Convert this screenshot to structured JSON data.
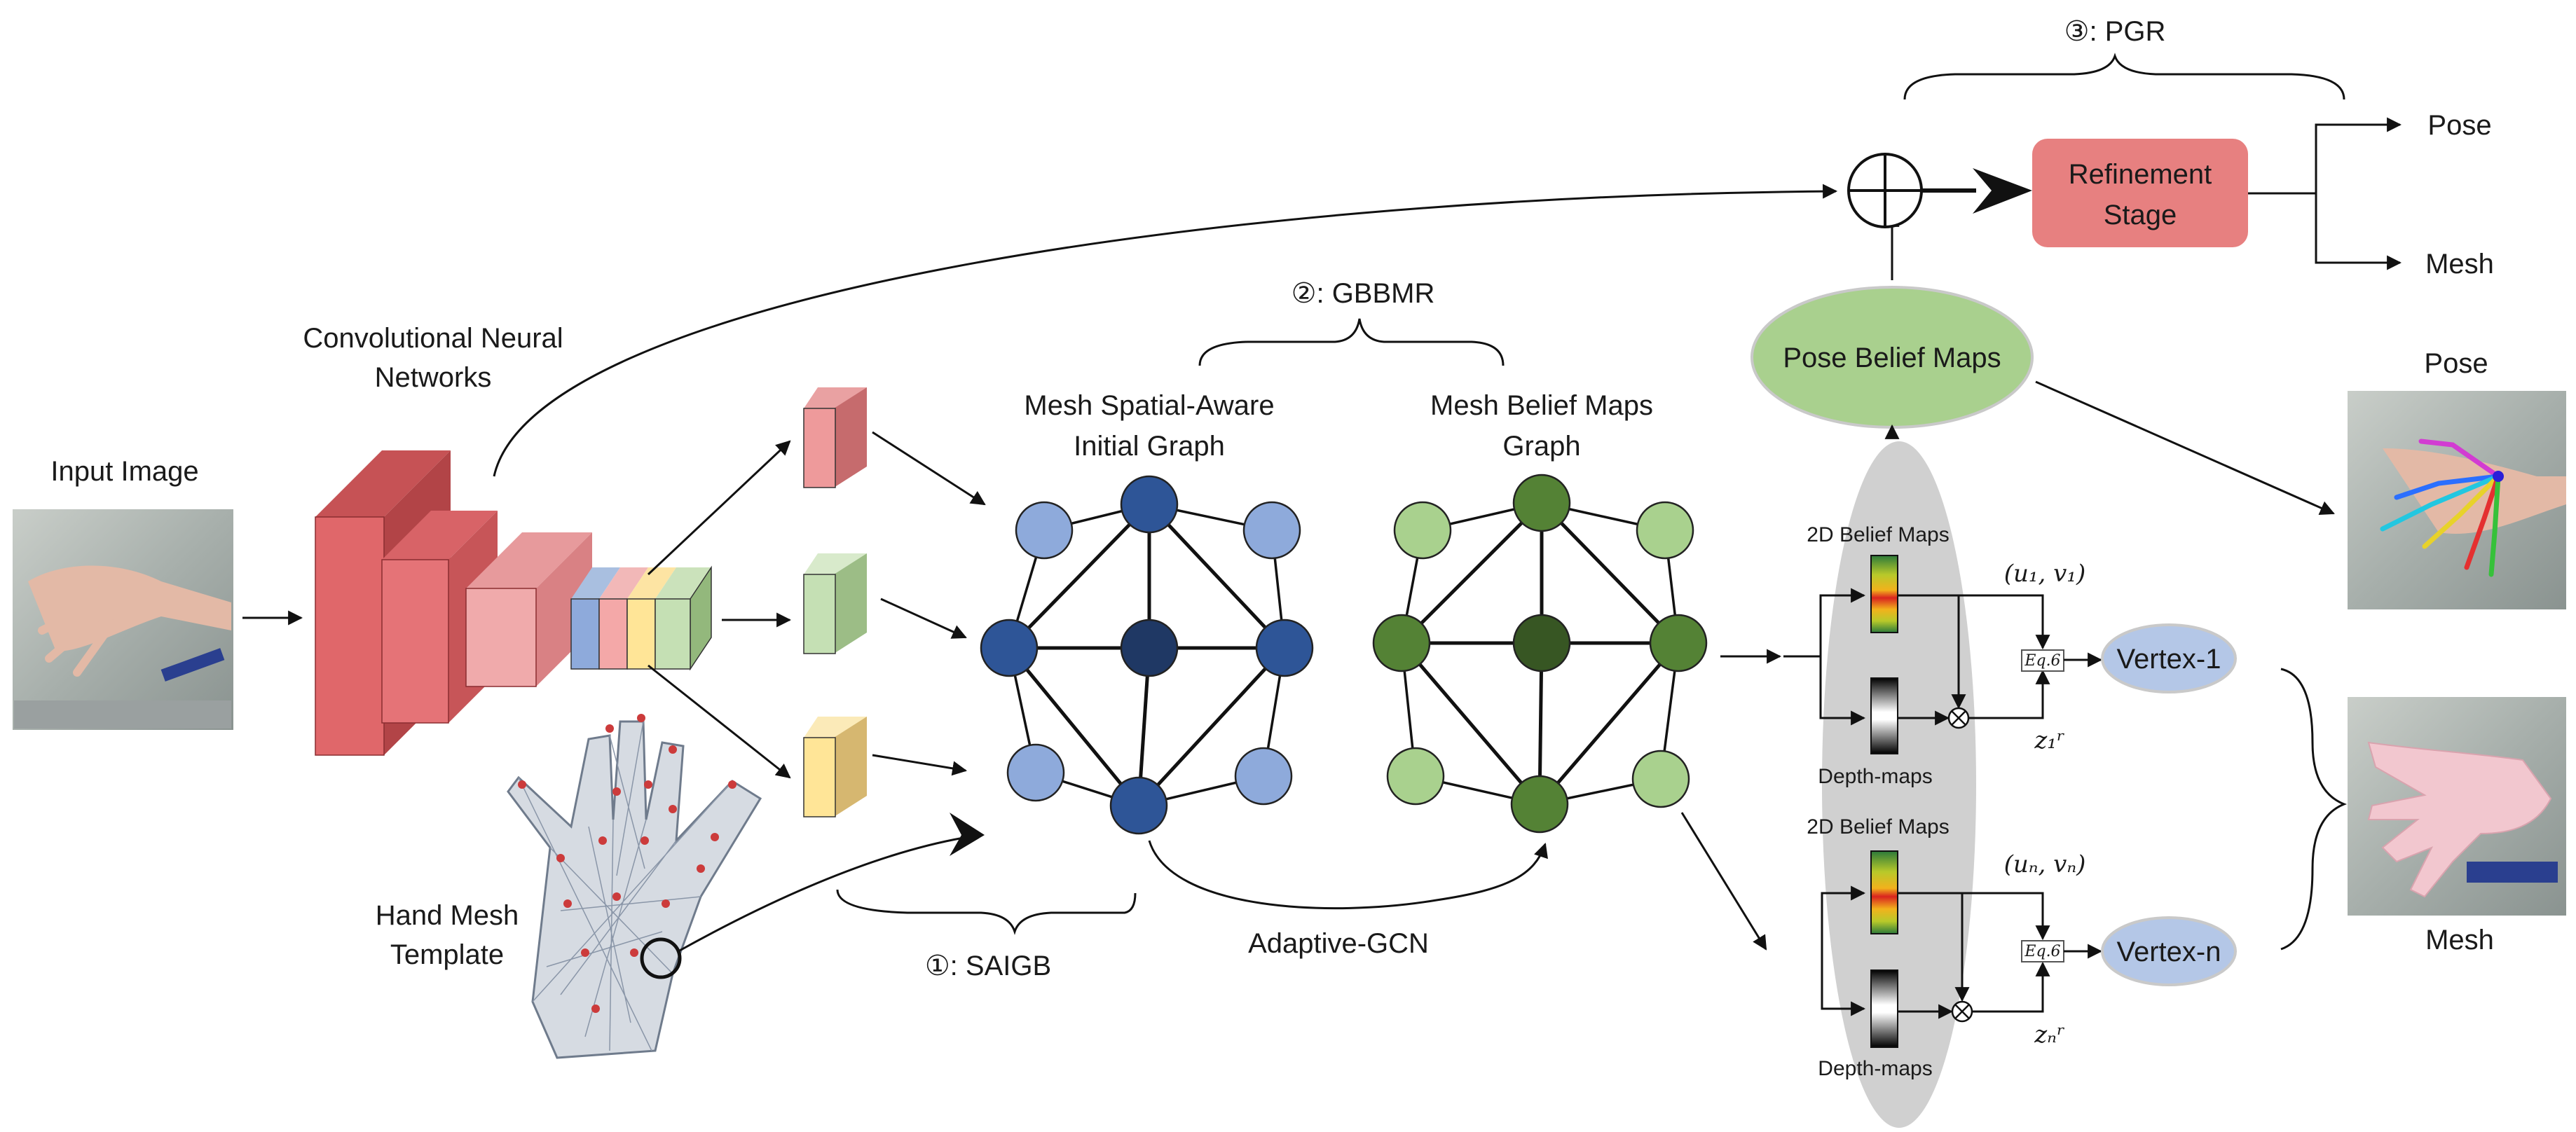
{
  "labels": {
    "input_image": "Input Image",
    "cnn": [
      "Convolutional Neural",
      "Networks"
    ],
    "hand_mesh_template": [
      "Hand Mesh",
      "Template"
    ],
    "saigb": "①: SAIGB",
    "gbbmr": "②: GBBMR",
    "pgr": "③: PGR",
    "mesh_spatial_graph": [
      "Mesh Spatial-Aware",
      "Initial Graph"
    ],
    "mesh_belief_graph": [
      "Mesh Belief Maps",
      "Graph"
    ],
    "adaptive_gcn": "Adaptive-GCN",
    "pose_belief_maps": "Pose Belief Maps",
    "refinement_stage": [
      "Refinement",
      "Stage"
    ],
    "out_pose": "Pose",
    "out_mesh": "Mesh",
    "result_pose": "Pose",
    "result_mesh": "Mesh",
    "belief_2d_1": "2D Belief Maps",
    "belief_2d_n": "2D Belief Maps",
    "depth_maps_1": "Depth-maps",
    "depth_maps_n": "Depth-maps",
    "uv_1": "(u₁, v₁)",
    "uv_n": "(uₙ, vₙ)",
    "z_1": "z₁ʳ",
    "z_n": "zₙʳ",
    "eq6_1": "Eq.6",
    "eq6_n": "Eq.6",
    "vertex_1": "Vertex-1",
    "vertex_n": "Vertex-n"
  },
  "colors": {
    "cnn_red": "#e0676a",
    "graph_blue_light": "#8eaadb",
    "graph_blue_dark": "#2e5597",
    "graph_blue_center": "#1f3864",
    "graph_green_light": "#a9d18e",
    "graph_green_dark": "#548235",
    "graph_green_center": "#375623",
    "pose_belief_fill": "#a9d08e",
    "refinement_fill": "#e78080",
    "vertex_fill": "#b4c7e7",
    "gray_ellipse": "#d0d0d0"
  }
}
